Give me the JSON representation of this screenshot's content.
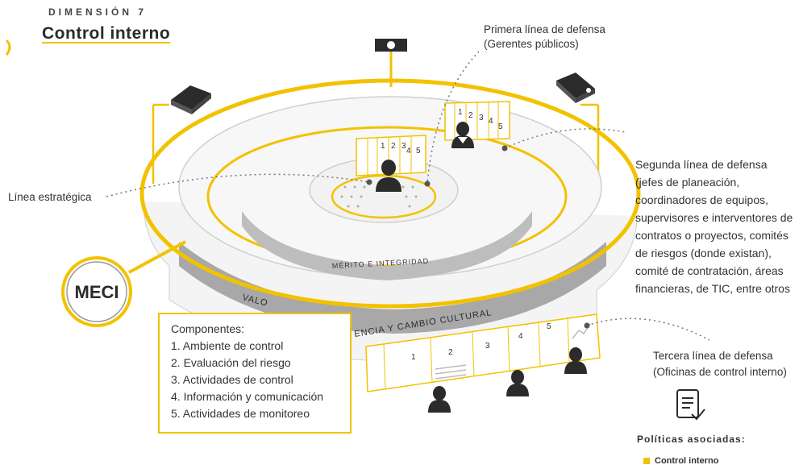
{
  "header": {
    "eyebrow": "DIMENSIÓN 7",
    "title": "Control interno"
  },
  "labels": {
    "primera": [
      "Primera línea de defensa",
      "(Gerentes públicos)"
    ],
    "estrategica": "Línea estratégica",
    "segunda": [
      "Segunda línea de defensa",
      "(jefes de planeación,",
      "coordinadores de equipos,",
      "supervisores e interventores de",
      "contratos o proyectos, comités",
      "de riesgos (donde existan),",
      "comité de contratación, áreas",
      "financieras, de TIC, entre otros"
    ],
    "tercera": [
      "Tercera línea de defensa",
      "(Oficinas de control interno)"
    ]
  },
  "badge": {
    "text": "MECI"
  },
  "rings": {
    "inner": "MÉRITO E INTEGRIDAD",
    "outer_left": "VALO",
    "outer_right": "ENCIA Y CAMBIO CULTURAL"
  },
  "components": {
    "heading": "Componentes:",
    "items": [
      "1. Ambiente de control",
      "2. Evaluación del riesgo",
      "3. Actividades de control",
      "4. Información y comunicación",
      "5. Actividades de monitoreo"
    ]
  },
  "panel_numbers": [
    "1",
    "2",
    "3",
    "4",
    "5"
  ],
  "policies": {
    "heading": "Políticas asociadas:",
    "items": [
      "Control interno"
    ]
  },
  "colors": {
    "accent": "#f2c200",
    "dark": "#2b2b2b",
    "ring_grey": "#bdbdbd",
    "ring_dark": "#9e9e9e"
  },
  "icons": [
    "camera-icon",
    "projector-icon",
    "person-icon",
    "document-check-icon",
    "trend-icon"
  ]
}
